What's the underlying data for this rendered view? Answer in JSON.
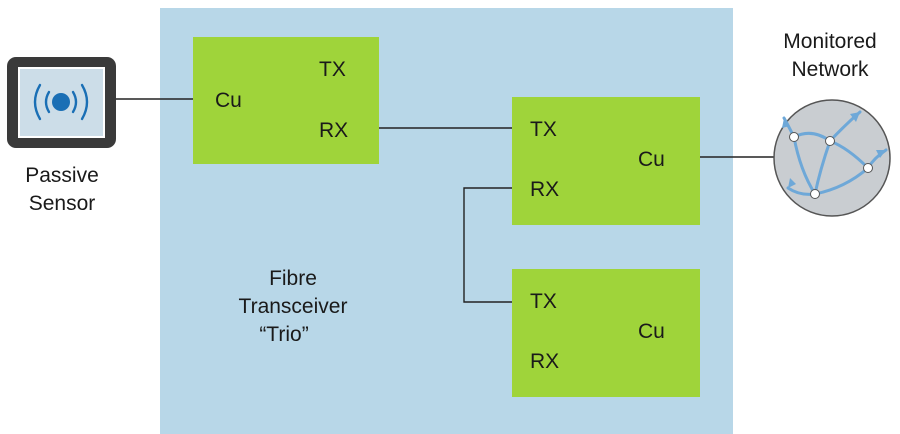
{
  "sensor": {
    "label_line1": "Passive",
    "label_line2": "Sensor"
  },
  "network": {
    "label_line1": "Monitored",
    "label_line2": "Network"
  },
  "trio": {
    "line1": "Fibre",
    "line2": "Transceiver",
    "line3": "“Trio”"
  },
  "transceivers": [
    {
      "tx": "TX",
      "rx": "RX",
      "cu": "Cu"
    },
    {
      "tx": "TX",
      "rx": "RX",
      "cu": "Cu"
    },
    {
      "tx": "TX",
      "rx": "RX",
      "cu": "Cu"
    }
  ],
  "colors": {
    "panel": "#b8d7e8",
    "transceiver": "#9fd43a",
    "sensor_frame": "#3a3a3a",
    "sensor_screen": "#ccdde8",
    "signal": "#1a6fb5",
    "network": "#c9cdd1",
    "network_arrows": "#6ea8d8"
  }
}
